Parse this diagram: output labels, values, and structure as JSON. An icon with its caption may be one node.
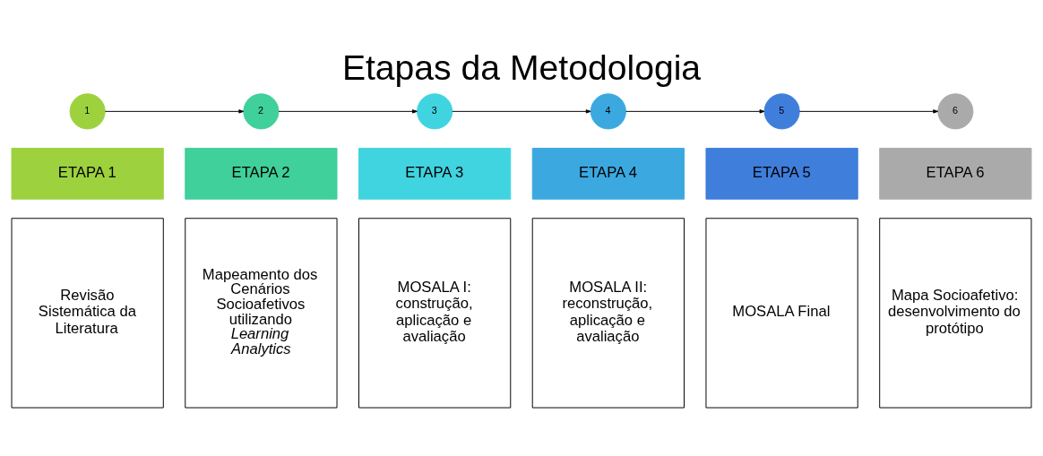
{
  "diagram": {
    "title": "Etapas da Metodologia",
    "nodes": [
      {
        "text": [
          "1"
        ]
      },
      {
        "text": [
          "2"
        ]
      },
      {
        "text": [
          "3"
        ]
      },
      {
        "text": [
          "4"
        ]
      },
      {
        "text": [
          "5"
        ]
      },
      {
        "text": [
          "6"
        ]
      },
      {
        "text": [
          "ETAPA 1"
        ]
      },
      {
        "text": [
          "ETAPA 2"
        ]
      },
      {
        "text": [
          "ETAPA 3"
        ]
      },
      {
        "text": [
          "ETAPA 4"
        ]
      },
      {
        "text": [
          "ETAPA 5"
        ]
      },
      {
        "text": [
          "ETAPA 6"
        ]
      },
      {
        "text": [
          "Revisão Sistemática da Literatura"
        ]
      },
      {
        "text": [
          "Mapeamento dos Cenários Socioafetivos utilizando *Learning Analytics*"
        ]
      },
      {
        "text": [
          "MOSALA I: construção, aplicação e avaliação"
        ]
      },
      {
        "text": [
          "MOSALA II: reconstrução, aplicação e avaliação"
        ]
      },
      {
        "text": [
          "MOSALA Final"
        ]
      },
      {
        "text": [
          "Mapa Socioafetivo: desenvolvimento do protótipo"
        ]
      }
    ],
    "edges": [
      {
        "from": 0,
        "to": 1,
        "arrow": "to"
      },
      {
        "from": 1,
        "to": 2,
        "arrow": "to"
      },
      {
        "from": 2,
        "to": 3,
        "arrow": "to"
      },
      {
        "from": 3,
        "to": 4,
        "arrow": "to"
      },
      {
        "from": 4,
        "to": 5,
        "arrow": "to"
      }
    ]
  }
}
